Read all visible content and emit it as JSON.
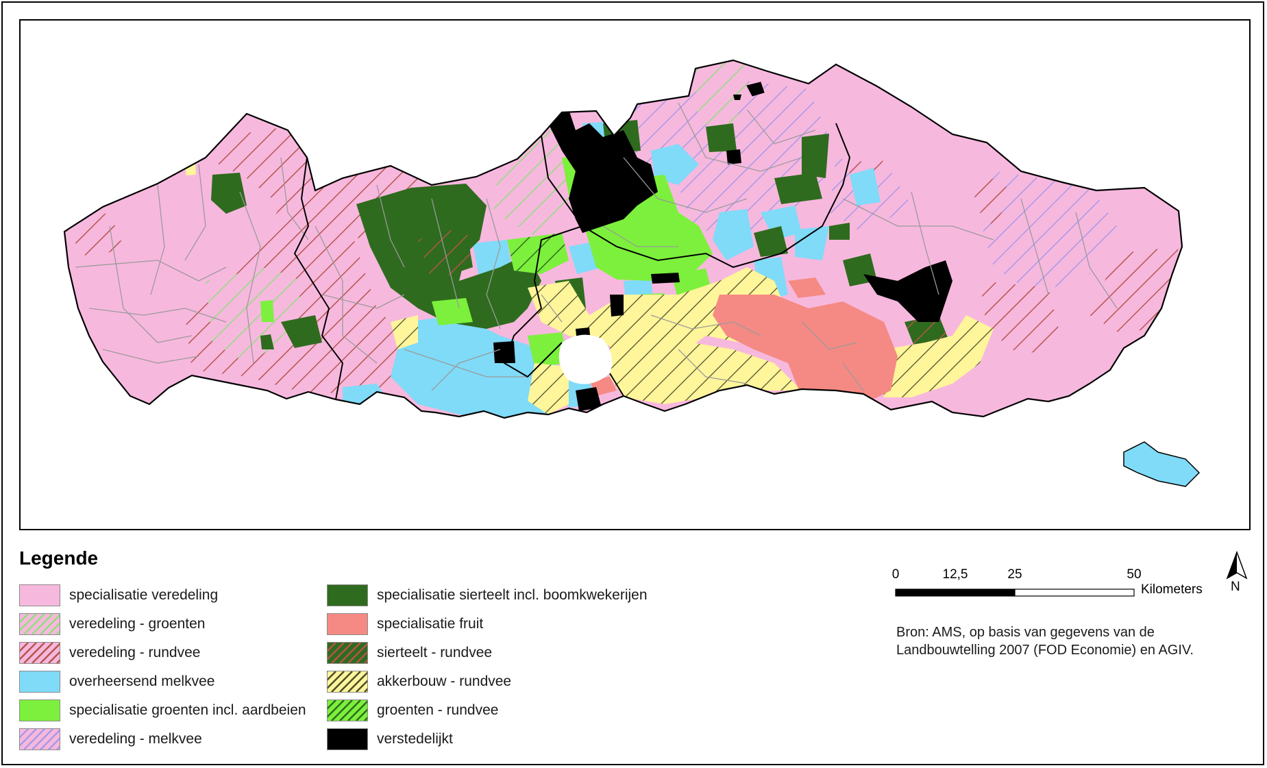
{
  "map": {
    "region_colors": {
      "specialisatie_veredeling": "#f7b8de",
      "veredeling_rundvee_hatch": "#b5554a",
      "veredeling_groenten_hatch": "#8ee07a",
      "veredeling_melkvee_hatch": "#a79ae6",
      "overheersend_melkvee": "#7fdbf8",
      "specialisatie_groenten": "#7cf03c",
      "specialisatie_sierteelt": "#2f6b1e",
      "specialisatie_fruit": "#f58a84",
      "akkerbouw_yellow": "#fff59a",
      "verstedelijkt": "#000000"
    }
  },
  "legend": {
    "title": "Legende",
    "items": [
      {
        "label": "specialisatie veredeling",
        "fill": "#f7b8de",
        "hatch": ""
      },
      {
        "label": "veredeling - groenten",
        "fill": "#f7b8de",
        "hatch": "#8ee07a"
      },
      {
        "label": "veredeling - rundvee",
        "fill": "#f7b8de",
        "hatch": "#b5554a"
      },
      {
        "label": "overheersend melkvee",
        "fill": "#7fdbf8",
        "hatch": ""
      },
      {
        "label": "specialisatie groenten incl. aardbeien",
        "fill": "#7cf03c",
        "hatch": ""
      },
      {
        "label": "veredeling - melkvee",
        "fill": "#f7b8de",
        "hatch": "#a79ae6"
      },
      {
        "label": "specialisatie sierteelt incl. boomkwekerijen",
        "fill": "#2f6b1e",
        "hatch": ""
      },
      {
        "label": "specialisatie fruit",
        "fill": "#f58a84",
        "hatch": ""
      },
      {
        "label": "sierteelt - rundvee",
        "fill": "#2f6b1e",
        "hatch": "#b5554a"
      },
      {
        "label": "akkerbouw - rundvee",
        "fill": "#fff59a",
        "hatch": "#4a4a2a"
      },
      {
        "label": "groenten - rundvee",
        "fill": "#7cf03c",
        "hatch": "#2f6b1e"
      },
      {
        "label": "verstedelijkt",
        "fill": "#000000",
        "hatch": ""
      }
    ]
  },
  "scale_bar": {
    "ticks": [
      {
        "label": "0",
        "km": 0
      },
      {
        "label": "12,5",
        "km": 12.5
      },
      {
        "label": "25",
        "km": 25
      },
      {
        "label": "50",
        "km": 50
      }
    ],
    "max_km": 50,
    "unit": "Kilometers"
  },
  "north_arrow": {
    "label": "N",
    "icon": "north-arrow-icon"
  },
  "source": {
    "line1": "Bron: AMS, op basis van gegevens van de",
    "line2": "Landbouwtelling 2007 (FOD Economie) en AGIV."
  }
}
